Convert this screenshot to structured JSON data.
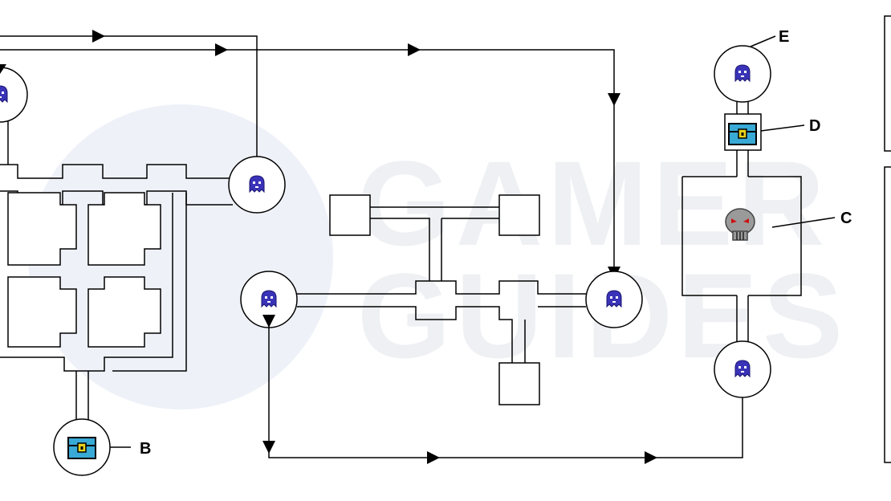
{
  "watermark": {
    "line1": "GAMER",
    "line2": "GUIDES"
  },
  "labels": {
    "b": "B",
    "c": "C",
    "d": "D",
    "e": "E"
  },
  "colors": {
    "line": "#000000",
    "ghost": "#3a33b8",
    "chest_body": "#39a9d6",
    "chest_lock": "#e8d21c",
    "skull": "#9a9a9a",
    "skull_eye": "#cc1111",
    "watermark_circle": "#eef2f8"
  },
  "icons": [
    "ghost-icon",
    "chest-icon",
    "skull-icon",
    "arrow-icon"
  ]
}
